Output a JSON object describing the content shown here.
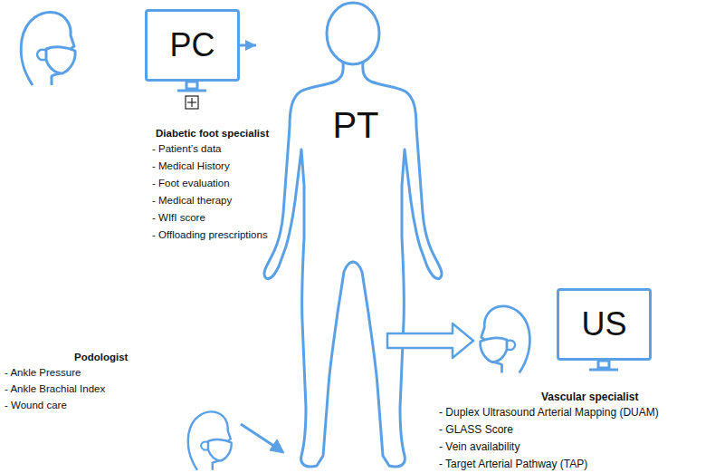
{
  "diagram": {
    "nodes": [
      {
        "text": [
          "PC"
        ]
      },
      {
        "text": [
          "PT"
        ]
      },
      {
        "text": [
          "US"
        ]
      }
    ],
    "edges": [
      {
        "from": 0,
        "to": 1,
        "arrow": "to"
      }
    ],
    "labels": [
      "Diabetic foot specialist",
      "- Patient’s data",
      "- Medical History",
      "- Foot evaluation",
      "- Medical therapy",
      "- WIfI score",
      "- Offloading prescriptions",
      "Podologist",
      "- Ankle Pressure",
      "- Ankle Brachial Index",
      "- Wound care",
      "Vascular specialist",
      "- Duplex Ultrasound Arterial Mapping (DUAM)",
      "- GLASS Score",
      "- Vein availability",
      "- Target Arterial Pathway (TAP)"
    ]
  }
}
